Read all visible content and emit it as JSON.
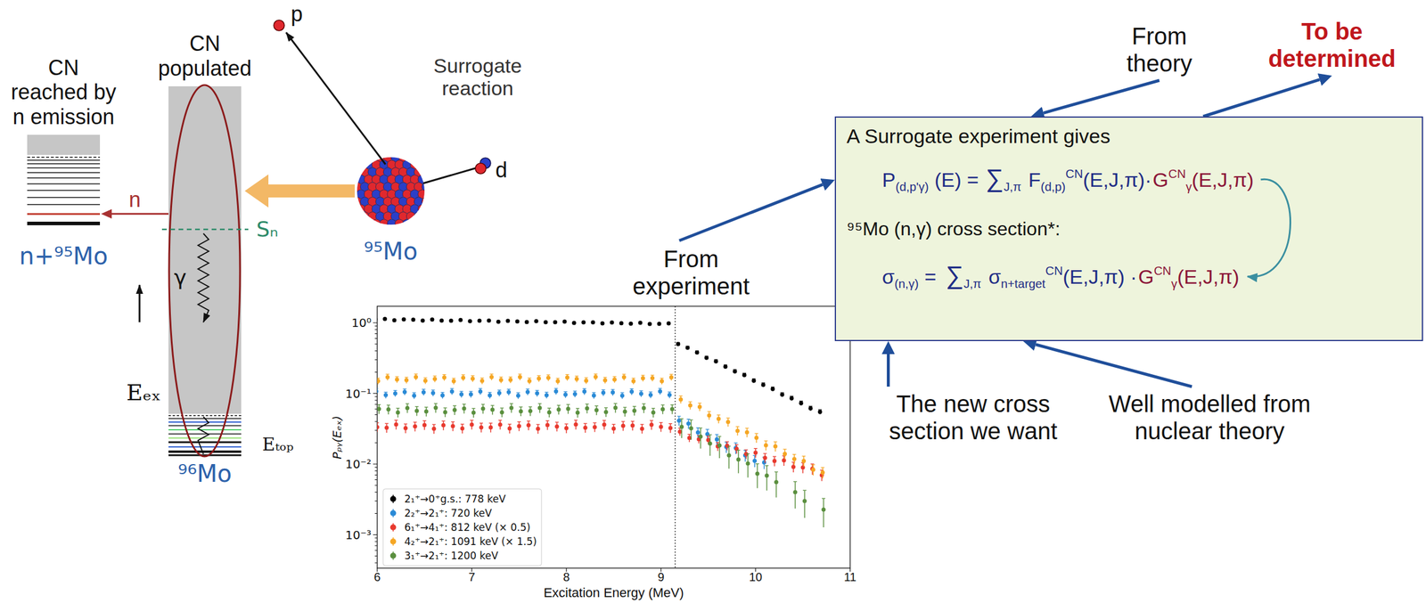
{
  "diagram": {
    "nodes": [
      {
        "text": [
          "A Surrogate experiment gives",
          "P",
          "(d,p'γ)",
          "(E) =",
          "∑",
          "J,π",
          "F",
          "(d,p)",
          "CN",
          "(E,J,π)·",
          "G",
          "CN",
          "γ",
          "(E,J,π)",
          "⁹⁵Mo (n,γ) cross section*:",
          "σ",
          "(n,γ)",
          "=",
          "∑",
          "J,π",
          "σ",
          "n+target",
          "CN",
          "(E,J,π) ·",
          "G",
          "CN",
          "γ",
          "(E,J,π)"
        ]
      },
      {
        "text": [
          "From theory"
        ]
      },
      {
        "text": [
          "To be determined"
        ]
      },
      {
        "text": [
          "From experiment"
        ]
      },
      {
        "text": [
          "The new cross section we want"
        ]
      },
      {
        "text": [
          "Well modelled from nuclear theory"
        ]
      },
      {
        "text": [
          "CN reached by n emission",
          "n+⁹⁵Mo"
        ]
      },
      {
        "text": [
          "CN populated",
          "⁹⁶Mo"
        ]
      },
      {
        "text": [
          "⁹⁵Mo"
        ]
      }
    ],
    "edges": [
      {
        "from": 1,
        "to": 0,
        "arrow": "to"
      },
      {
        "from": 0,
        "to": 2,
        "arrow": "to"
      },
      {
        "from": 3,
        "to": 0,
        "arrow": "to"
      },
      {
        "from": 4,
        "to": 0,
        "arrow": "to"
      },
      {
        "from": 5,
        "to": 0,
        "arrow": "to"
      },
      {
        "from": 7,
        "to": 6,
        "label": "n",
        "arrow": "to"
      },
      {
        "from": 8,
        "to": 7,
        "arrow": "to"
      }
    ],
    "labels": [
      "Surrogate reaction",
      "p",
      "d",
      "Sₙ",
      "γ",
      "Eₑₓ",
      "Eₜₒₚ",
      "10⁰",
      "10⁻¹",
      "10⁻²",
      "10⁻³",
      "6",
      "7",
      "8",
      "9",
      "10",
      "11",
      "Excitation Energy (MeV)",
      "Pₚᵧ(Eₑₓ)"
    ],
    "legend": [
      {
        "text": "2₁⁺→0⁺g.s.: 778 keV",
        "color": "#000000"
      },
      {
        "text": "2₂⁺→2₁⁺: 720 keV",
        "color": "#2a8ad6"
      },
      {
        "text": "6₁⁺→4₁⁺: 812 keV (× 0.5)",
        "color": "#e8392e"
      },
      {
        "text": "4₂⁺→2₁⁺: 1091 keV (× 1.5)",
        "color": "#f5a623"
      },
      {
        "text": "3₁⁺→2₁⁺: 1200 keV",
        "color": "#5a8f3e"
      }
    ]
  }
}
